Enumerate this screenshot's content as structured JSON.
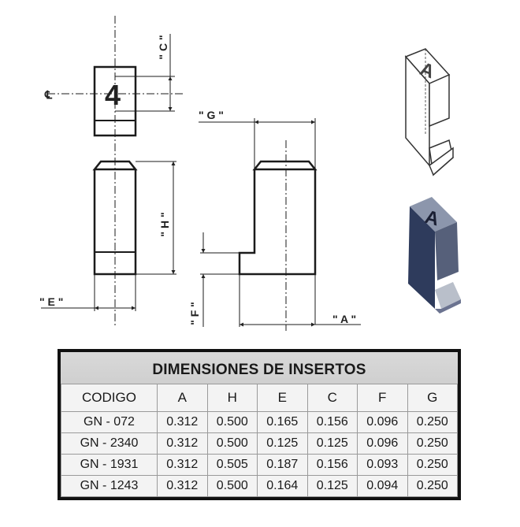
{
  "drawing": {
    "labels": {
      "C": "\" C \"",
      "G": "\" G \"",
      "H": "\" H \"",
      "E": "\" E \"",
      "F": "\" F \"",
      "A": "\" A \"",
      "centerline": "℄"
    },
    "insert_character": "4",
    "iso_character": "A",
    "colors": {
      "line": "#1b1b1b",
      "insert_dark": "#3a4a6e"
    }
  },
  "table": {
    "title": "DIMENSIONES DE INSERTOS",
    "headers": [
      "CODIGO",
      "A",
      "H",
      "E",
      "C",
      "F",
      "G"
    ],
    "rows": [
      [
        "GN - 072",
        "0.312",
        "0.500",
        "0.165",
        "0.156",
        "0.096",
        "0.250"
      ],
      [
        "GN - 2340",
        "0.312",
        "0.500",
        "0.125",
        "0.125",
        "0.096",
        "0.250"
      ],
      [
        "GN - 1931",
        "0.312",
        "0.505",
        "0.187",
        "0.156",
        "0.093",
        "0.250"
      ],
      [
        "GN - 1243",
        "0.312",
        "0.500",
        "0.164",
        "0.125",
        "0.094",
        "0.250"
      ]
    ]
  }
}
